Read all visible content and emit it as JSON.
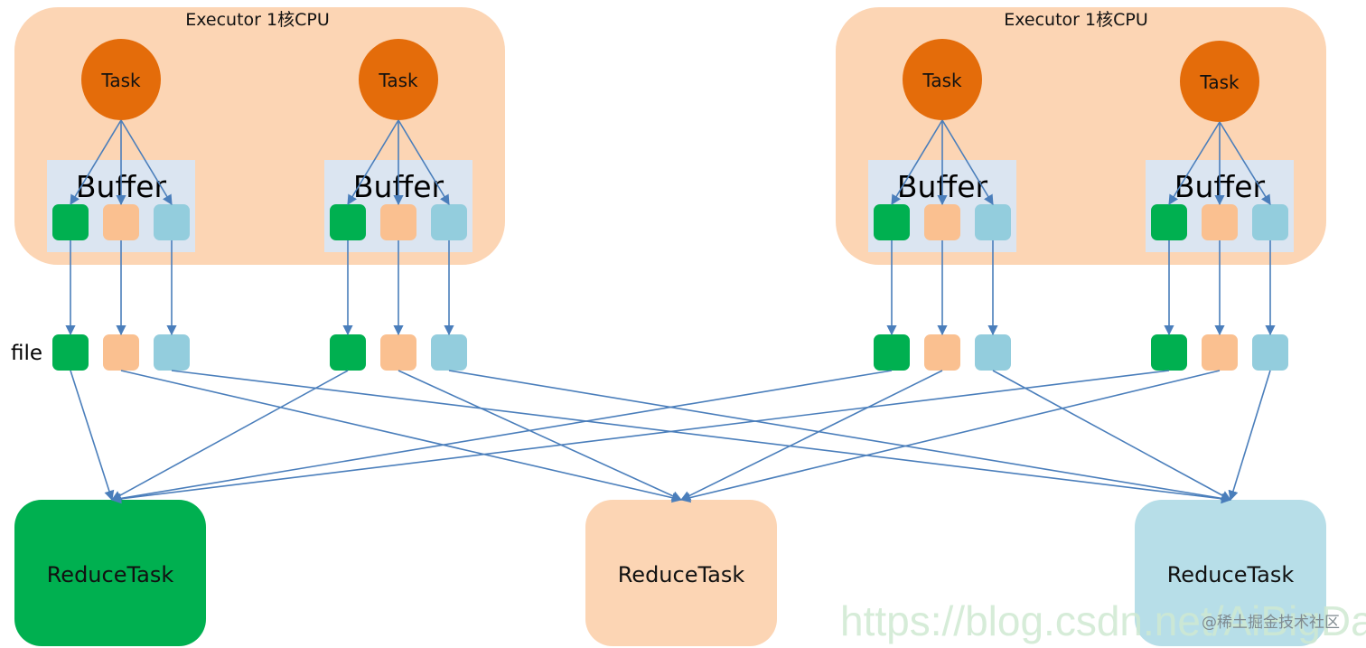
{
  "colors": {
    "executor_bg": "#fcd5b4",
    "task": "#e46c0a",
    "buffer_bg": "#dbe5f1",
    "partition_green": "#00b050",
    "partition_orange": "#fac090",
    "partition_blue": "#93cddd",
    "arrow": "#4a7ebb",
    "reduce_green": "#00b050",
    "reduce_orange": "#fcd5b4",
    "reduce_blue": "#b7dee8"
  },
  "executors": [
    {
      "title": "Executor 1核CPU",
      "tasks": [
        {
          "label": "Task",
          "buffer_label": "Buffer"
        },
        {
          "label": "Task",
          "buffer_label": "Buffer"
        }
      ]
    },
    {
      "title": "Executor 1核CPU",
      "tasks": [
        {
          "label": "Task",
          "buffer_label": "Buffer"
        },
        {
          "label": "Task",
          "buffer_label": "Buffer"
        }
      ]
    }
  ],
  "file_label": "file",
  "reduce_tasks": [
    {
      "label": "ReduceTask",
      "partition": "green"
    },
    {
      "label": "ReduceTask",
      "partition": "orange"
    },
    {
      "label": "ReduceTask",
      "partition": "blue"
    }
  ],
  "watermark": {
    "url": "https://blog.csdn.net/AiBigData",
    "juejin": "@稀土掘金技术社区"
  }
}
